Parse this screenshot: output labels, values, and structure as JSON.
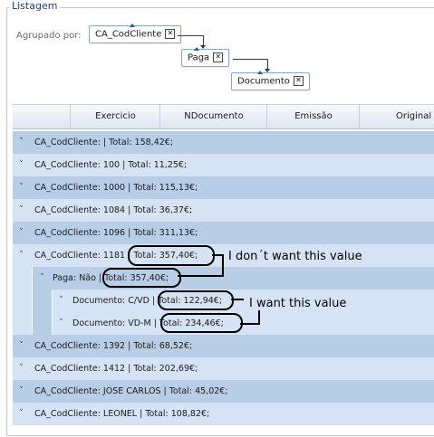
{
  "panel": {
    "title": "Listagem"
  },
  "grouping": {
    "label": "Agrupado por:",
    "chips": [
      "CA_CodCliente",
      "Paga",
      "Documento"
    ],
    "remove_glyph": "✕"
  },
  "columns": [
    "Exercicio",
    "NDocumento",
    "Emissão",
    "Original"
  ],
  "rows": [
    "CA_CodCliente:  | Total: 158,42€;",
    "CA_CodCliente: 100 | Total: 11,25€;",
    "CA_CodCliente: 1000 | Total: 115,13€;",
    "CA_CodCliente: 1084 | Total: 36,37€;",
    "CA_CodCliente: 1096 | Total: 311,13€;",
    "CA_CodCliente: 1181 | Total: 357,40€;",
    "Paga: Não | Total: 357,40€;",
    "Documento: C/VD | Total: 122,94€;",
    "Documento: VD-M | Total: 234,46€;",
    "CA_CodCliente: 1392 | Total: 68,52€;",
    "CA_CodCliente: 1412 | Total: 202,69€;",
    "CA_CodCliente: JOSE CARLOS | Total: 45,02€;",
    "CA_CodCliente: LEONEL | Total: 108,82€;"
  ],
  "annotations": {
    "dont_want": "I don´t want this value",
    "want": "I want this value"
  },
  "icons": {
    "collapsed": "chevron-down-icon",
    "expanded": "chevron-up-icon"
  }
}
